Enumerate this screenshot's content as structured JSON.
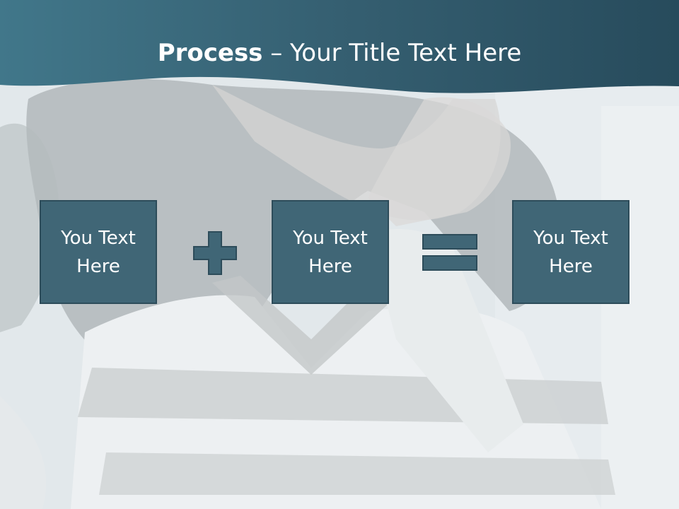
{
  "slide": {
    "title_bold": "Process",
    "title_rest": " – Your Title Text Here",
    "colors": {
      "band": "#3d6576",
      "box": "#406676",
      "box_border": "#2d4c5a"
    }
  },
  "process": {
    "items": [
      {
        "label": "You Text Here"
      },
      {
        "label": "You Text Here"
      },
      {
        "label": "You Text Here"
      }
    ],
    "operators": [
      "plus-icon",
      "equals-icon"
    ]
  }
}
